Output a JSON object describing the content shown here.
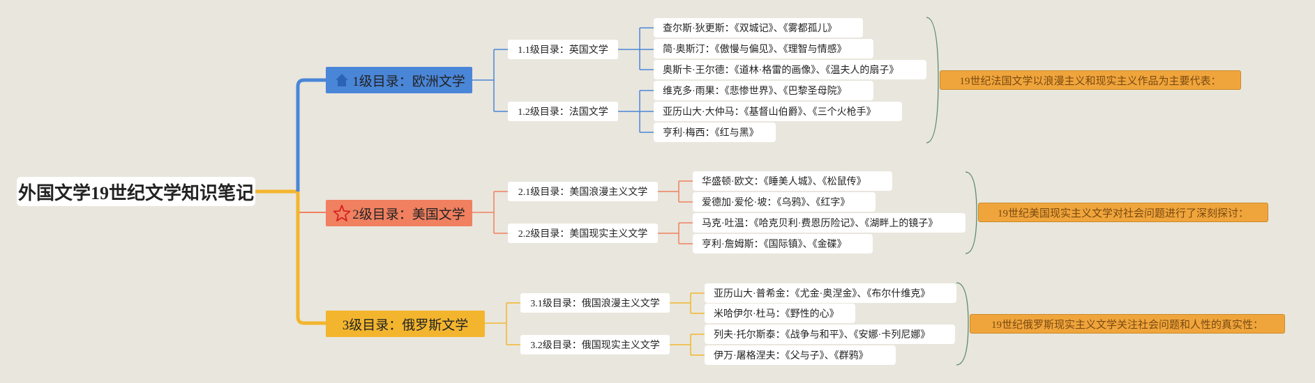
{
  "root": {
    "title": "外国文学19世纪文学知识笔记"
  },
  "branches": [
    {
      "label": "1级目录：欧洲文学",
      "icon": "home-icon",
      "color": "#4a86d8",
      "summary": "19世纪法国文学以浪漫主义和现实主义作品为主要代表：",
      "subs": [
        {
          "label": "1.1级目录：英国文学",
          "items": [
            "查尔斯·狄更斯：《双城记》、《雾都孤儿》",
            "简·奥斯汀：《傲慢与偏见》、《理智与情感》",
            "奥斯卡·王尔德：《道林·格雷的画像》、《温夫人的扇子》"
          ]
        },
        {
          "label": "1.2级目录：法国文学",
          "items": [
            "维克多·雨果：《悲惨世界》、《巴黎圣母院》",
            "亚历山大·大仲马：《基督山伯爵》、《三个火枪手》",
            "亨利·梅西：《红与黑》"
          ]
        }
      ]
    },
    {
      "label": "2级目录：美国文学",
      "icon": "star-icon",
      "color": "#f08060",
      "summary": "19世纪美国现实主义文学对社会问题进行了深刻探讨：",
      "subs": [
        {
          "label": "2.1级目录：美国浪漫主义文学",
          "items": [
            "华盛顿·欧文：《睡美人城》、《松鼠传》",
            "爱德加·爱伦·坡：《乌鸦》、《红字》"
          ]
        },
        {
          "label": "2.2级目录：美国现实主义文学",
          "items": [
            "马克·吐温：《哈克贝利·费恩历险记》、《湖畔上的镜子》",
            "亨利·詹姆斯：《国际镇》、《金碟》"
          ]
        }
      ]
    },
    {
      "label": "3级目录：俄罗斯文学",
      "icon": "",
      "color": "#f3b52e",
      "summary": "19世纪俄罗斯现实主义文学关注社会问题和人性的真实性：",
      "subs": [
        {
          "label": "3.1级目录：俄国浪漫主义文学",
          "items": [
            "亚历山大·普希金：《尤金·奥涅金》、《布尔什维克》",
            "米哈伊尔·杜马：《野性的心》"
          ]
        },
        {
          "label": "3.2级目录：俄国现实主义文学",
          "items": [
            "列夫·托尔斯泰：《战争与和平》、《安娜·卡列尼娜》",
            "伊万·屠格涅夫：《父与子》、《群鸦》"
          ]
        }
      ]
    }
  ],
  "colors": {
    "background": "#e9e6dd",
    "root_trunk": "#f3b52e",
    "bracket": "#5a8a6a",
    "summary_fill": "#f0a53c"
  }
}
